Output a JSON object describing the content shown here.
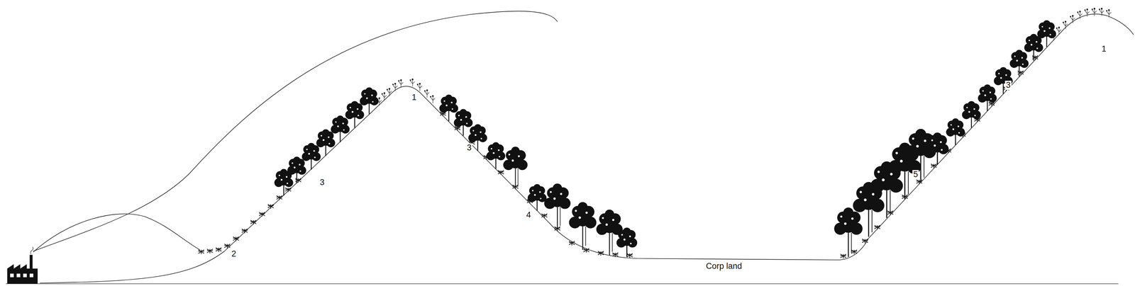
{
  "diagram": {
    "labels": [
      "2",
      "3",
      "1",
      "3",
      "4",
      "Corp land",
      "5",
      "3",
      "1"
    ]
  }
}
